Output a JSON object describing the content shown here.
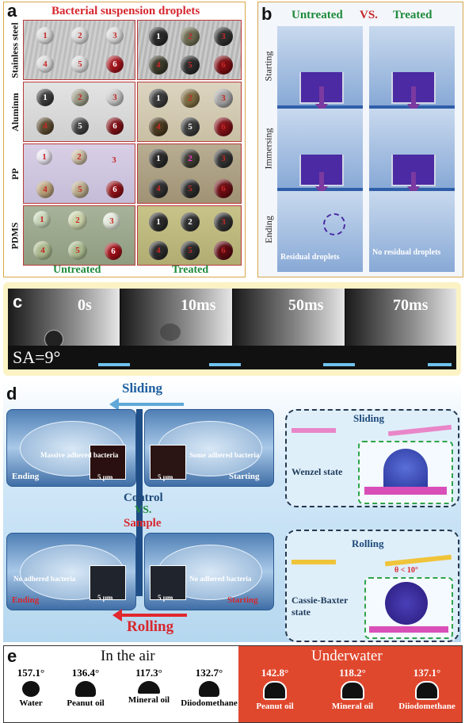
{
  "panel_a": {
    "label": "a",
    "title": "Bacterial suspension droplets",
    "materials": [
      "Stainless steel",
      "Aluminm",
      "PP",
      "PDMS"
    ],
    "droplet_numbers": [
      "1",
      "2",
      "3",
      "4",
      "5",
      "6"
    ],
    "footer_left": "Untreated",
    "footer_right": "Treated"
  },
  "panel_b": {
    "label": "b",
    "header_left": "Untreated",
    "header_vs": "VS.",
    "header_right": "Treated",
    "stages": [
      "Starting",
      "Immersing",
      "Ending"
    ],
    "note_left": "Residual droplets",
    "note_right": "No residual droplets"
  },
  "panel_c": {
    "label": "c",
    "times": [
      "0s",
      "10ms",
      "50ms",
      "70ms"
    ],
    "sliding_angle": "SA=9°"
  },
  "panel_d": {
    "label": "d",
    "sliding": "Sliding",
    "rolling": "Rolling",
    "control": "Control",
    "vs": "VS.",
    "sample": "Sample",
    "top_left_caption": "Massive adhered bacteria",
    "top_right_caption": "Some adhered bacteria",
    "bottom_left_caption": "No adhered bacteria",
    "bottom_right_caption": "No adhered bacteria",
    "ending": "Ending",
    "starting": "Starting",
    "scale": "5 µm",
    "wenzel_label": "Sliding",
    "wenzel_state": "Wenzel state",
    "cassie_label": "Rolling",
    "cassie_angle": "θ < 10°",
    "cassie_state": "Cassie-Baxter state"
  },
  "panel_e": {
    "label": "e",
    "air_title": "In the air",
    "under_title": "Underwater",
    "air": [
      {
        "angle": "157.1°",
        "liquid": "Water"
      },
      {
        "angle": "136.4°",
        "liquid": "Peanut oil"
      },
      {
        "angle": "117.3°",
        "liquid": "Mineral oil"
      },
      {
        "angle": "132.7°",
        "liquid": "Diiodomethane"
      }
    ],
    "underwater": [
      {
        "angle": "142.8°",
        "liquid": "Peanut oil"
      },
      {
        "angle": "118.2°",
        "liquid": "Mineral oil"
      },
      {
        "angle": "137.1°",
        "liquid": "Diiodomethane"
      }
    ]
  }
}
